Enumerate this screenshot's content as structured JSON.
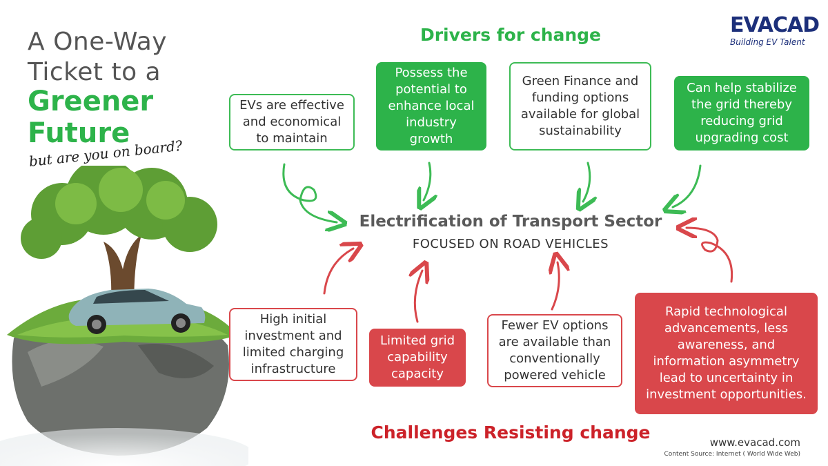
{
  "title": {
    "line1": "A One-Way",
    "line2": "Ticket to a",
    "line3": "Greener",
    "line4": "Future",
    "tagline": "but are you on board?"
  },
  "logo": {
    "name_part1": "EV",
    "name_part2": "ACAD",
    "tagline": "Building EV Talent"
  },
  "drivers": {
    "heading": "Drivers for change",
    "items": [
      {
        "text": "EVs are effective and economical to maintain"
      },
      {
        "text": "Possess the potential to enhance local industry growth"
      },
      {
        "text": "Green Finance and funding options available for global sustainability"
      },
      {
        "text": "Can help stabilize the grid thereby reducing grid upgrading cost"
      }
    ]
  },
  "center": {
    "title": "Electrification of Transport Sector",
    "subtitle": "FOCUSED ON ROAD VEHICLES"
  },
  "challenges": {
    "heading": "Challenges Resisting change",
    "items": [
      {
        "text": "High initial investment and limited charging infrastructure"
      },
      {
        "text": "Limited grid capability capacity"
      },
      {
        "text": "Fewer EV options are available than conventionally powered vehicle"
      },
      {
        "text": "Rapid technological advancements, less awareness, and information asymmetry lead to uncertainty in investment opportunities."
      }
    ]
  },
  "footer": {
    "website": "www.evacad.com",
    "source": "Content Source: Internet ( World Wide Web)"
  },
  "colors": {
    "green": "#2db34a",
    "red": "#d9474b",
    "brand_blue": "#1c2f7a",
    "brand_orange": "#f28c28"
  }
}
